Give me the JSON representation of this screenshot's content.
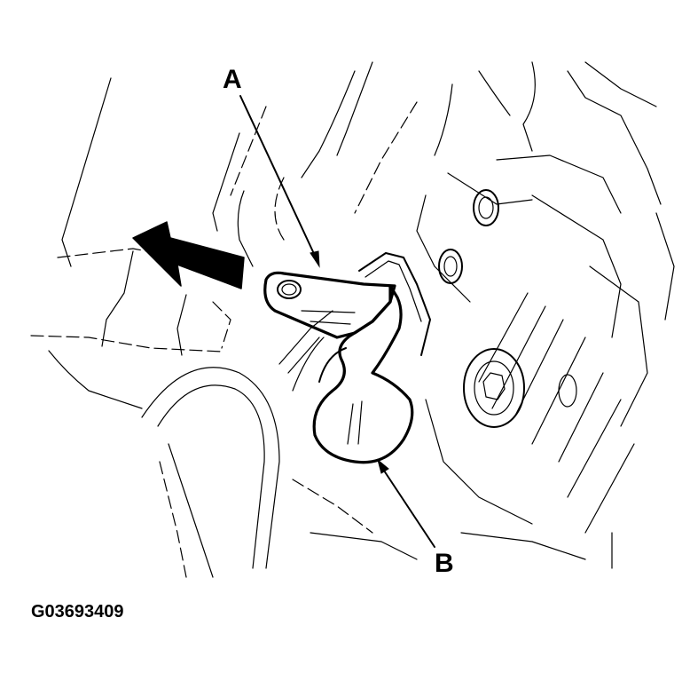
{
  "callouts": {
    "a": "A",
    "b": "B"
  },
  "figure_id": "G03693409",
  "colors": {
    "ink": "#000000",
    "background": "#ffffff"
  }
}
